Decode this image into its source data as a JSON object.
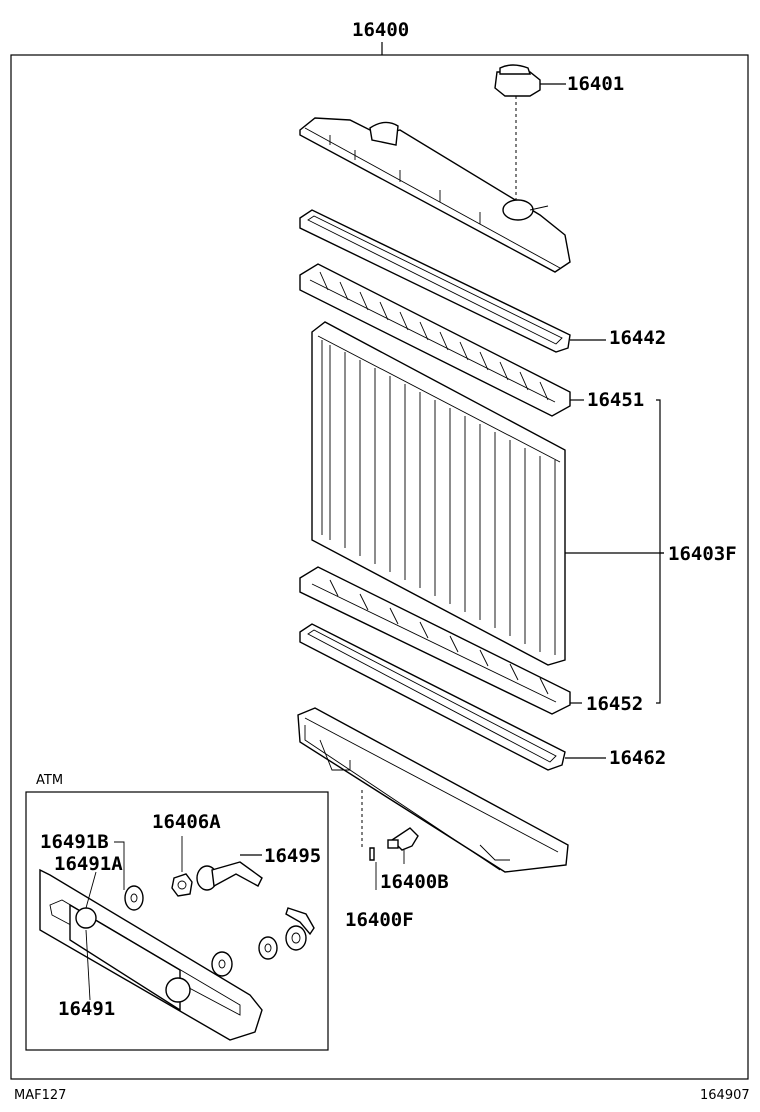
{
  "labels": {
    "assembly": "16400",
    "cap": "16401",
    "gasket_upper": "16442",
    "tank_upper": "16451",
    "core": "16403F",
    "tank_lower": "16452",
    "gasket_lower": "16462",
    "drain_cock": "16400B",
    "drain_plug": "16400F",
    "inset_title": "ATM",
    "nut": "16406A",
    "hose": "16495",
    "grommet_b": "16491B",
    "grommet_a": "16491A",
    "cooler": "16491"
  },
  "footer": {
    "left": "MAF127",
    "right": "164907"
  }
}
